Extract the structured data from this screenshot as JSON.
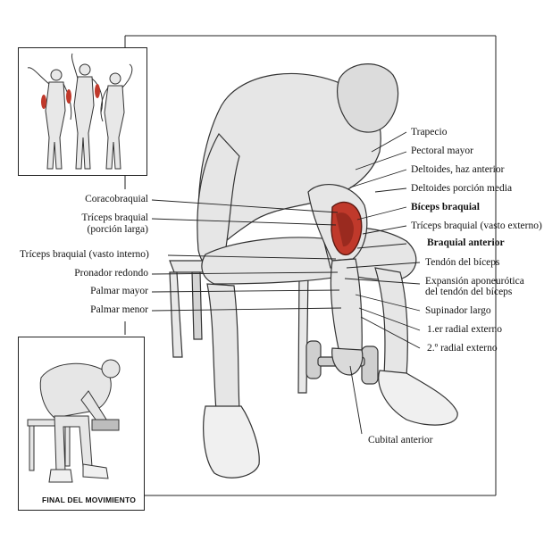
{
  "inset_caption": "FINAL DEL MOVIMIENTO",
  "labels_left": {
    "coracobraquial": "Coracobraquial",
    "triceps_larga_1": "Tríceps braquial",
    "triceps_larga_2": "(porción larga)",
    "triceps_interno": "Tríceps braquial (vasto interno)",
    "pronador": "Pronador redondo",
    "palmar_mayor": "Palmar mayor",
    "palmar_menor": "Palmar menor"
  },
  "labels_right": {
    "trapecio": "Trapecio",
    "pectoral": "Pectoral mayor",
    "deltoides_anterior": "Deltoides, haz anterior",
    "deltoides_media": "Deltoides porción media",
    "biceps": "Bíceps braquial",
    "triceps_externo": "Tríceps braquial (vasto externo)",
    "braquial_anterior": "Braquial anterior",
    "tendon_biceps": "Tendón del bíceps",
    "expansion_1": "Expansión aponeurótica",
    "expansion_2": "del tendón del bíceps",
    "supinador": "Supinador largo",
    "radial_1": "1.er radial externo",
    "radial_2": "2.º radial externo"
  },
  "labels_bottom": {
    "cubital": "Cubital anterior"
  },
  "colors": {
    "ink": "#222222",
    "muscle_highlight": "#c0392b",
    "muscle_dark": "#5a1a12"
  }
}
